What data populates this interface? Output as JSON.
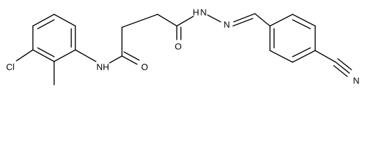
{
  "structure": {
    "atoms": {
      "cl": "Cl",
      "nh_amide": "NH",
      "o_amide1": "O",
      "o_amide2": "O",
      "nh_hydrazide": "N",
      "h_hydrazide": "H",
      "n_imine": "N",
      "n_nitrile": "N"
    }
  }
}
